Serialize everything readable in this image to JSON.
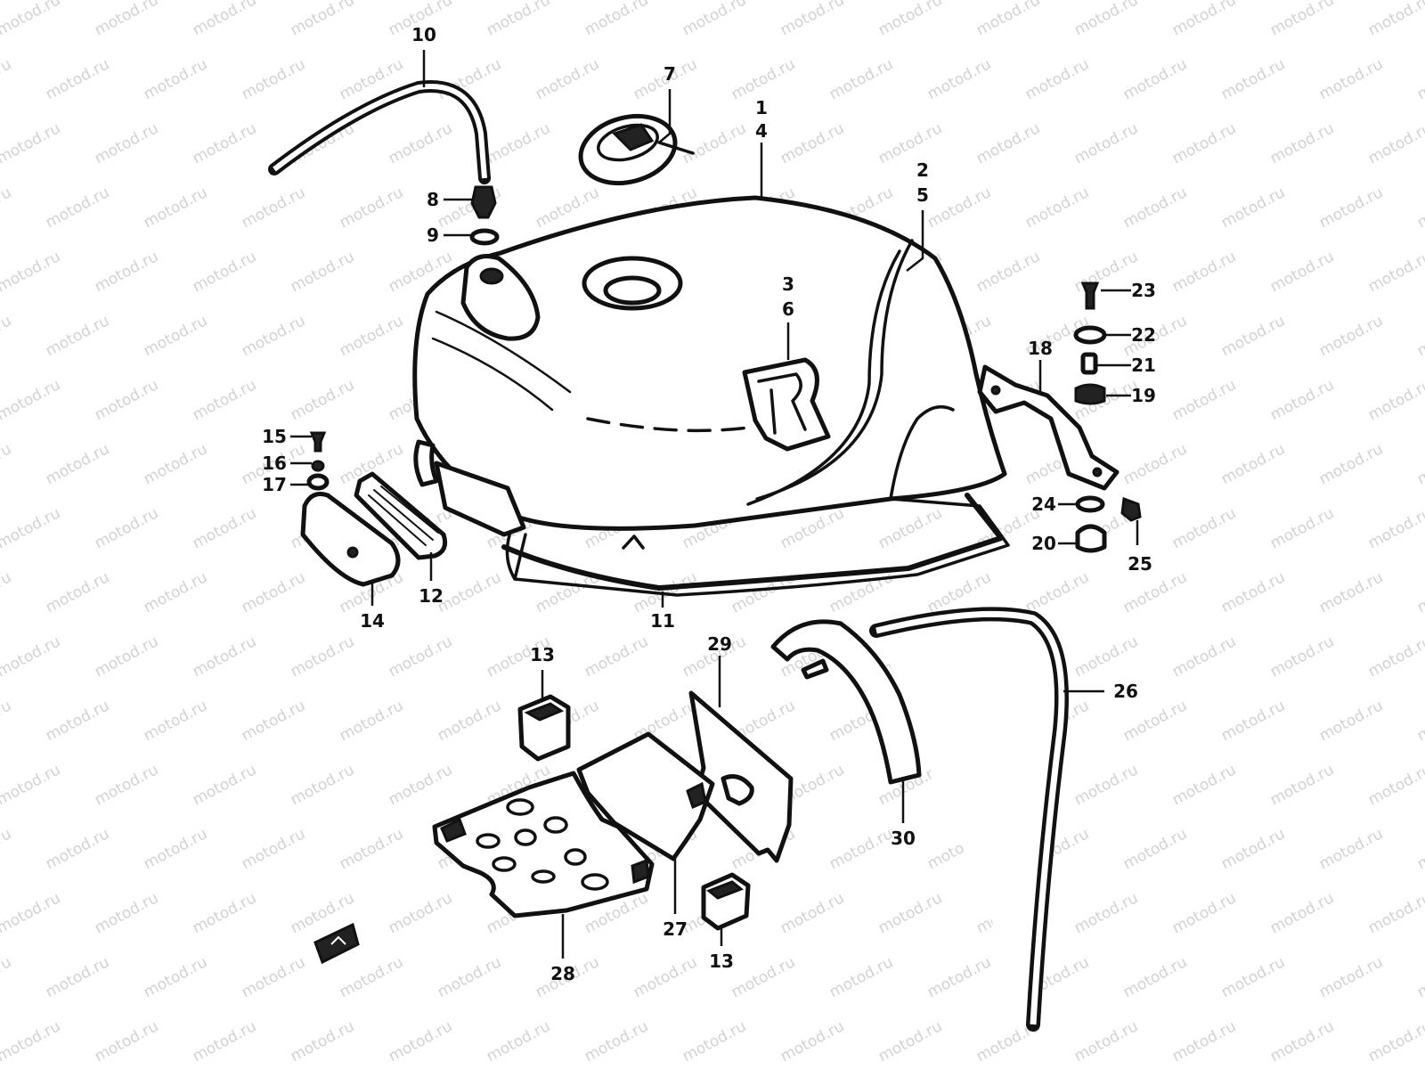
{
  "watermark": {
    "text": "motod.ru",
    "color": "#d2d2d2"
  },
  "callouts": [
    {
      "id": "c1",
      "text": "1"
    },
    {
      "id": "c4",
      "text": "4"
    },
    {
      "id": "c2",
      "text": "2"
    },
    {
      "id": "c5",
      "text": "5"
    },
    {
      "id": "c3",
      "text": "3"
    },
    {
      "id": "c6",
      "text": "6"
    },
    {
      "id": "c7",
      "text": "7"
    },
    {
      "id": "c8",
      "text": "8"
    },
    {
      "id": "c9",
      "text": "9"
    },
    {
      "id": "c10",
      "text": "10"
    },
    {
      "id": "c11",
      "text": "11"
    },
    {
      "id": "c12",
      "text": "12"
    },
    {
      "id": "c13a",
      "text": "13"
    },
    {
      "id": "c13b",
      "text": "13"
    },
    {
      "id": "c14",
      "text": "14"
    },
    {
      "id": "c15",
      "text": "15"
    },
    {
      "id": "c16",
      "text": "16"
    },
    {
      "id": "c17",
      "text": "17"
    },
    {
      "id": "c18",
      "text": "18"
    },
    {
      "id": "c19",
      "text": "19"
    },
    {
      "id": "c20",
      "text": "20"
    },
    {
      "id": "c21",
      "text": "21"
    },
    {
      "id": "c22",
      "text": "22"
    },
    {
      "id": "c23",
      "text": "23"
    },
    {
      "id": "c24",
      "text": "24"
    },
    {
      "id": "c25",
      "text": "25"
    },
    {
      "id": "c26",
      "text": "26"
    },
    {
      "id": "c27",
      "text": "27"
    },
    {
      "id": "c28",
      "text": "28"
    },
    {
      "id": "c29",
      "text": "29"
    },
    {
      "id": "c30",
      "text": "30"
    }
  ]
}
